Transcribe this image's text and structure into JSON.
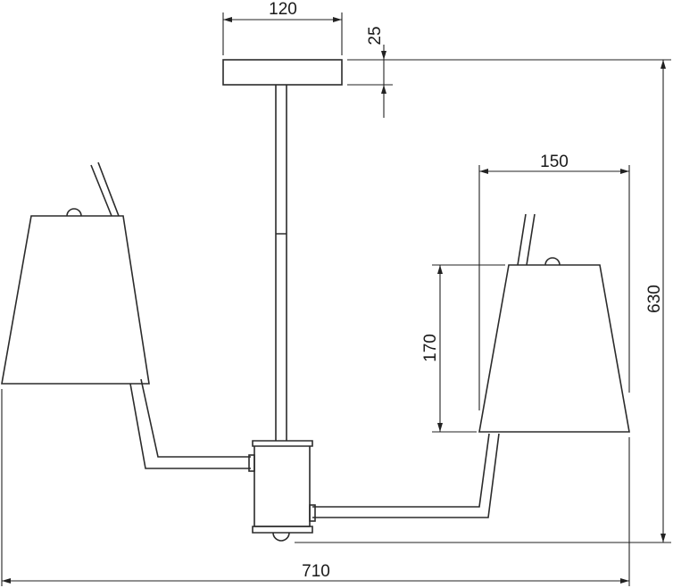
{
  "drawing": {
    "type": "technical-dimension-drawing",
    "subject": "two-arm pendant lamp with conical shades",
    "line_color": "#2b2b2b",
    "background": "#ffffff"
  },
  "dimensions": {
    "canopy_width": "120",
    "canopy_height": "25",
    "shade_width": "150",
    "shade_height": "170",
    "overall_height": "630",
    "overall_width": "710"
  }
}
